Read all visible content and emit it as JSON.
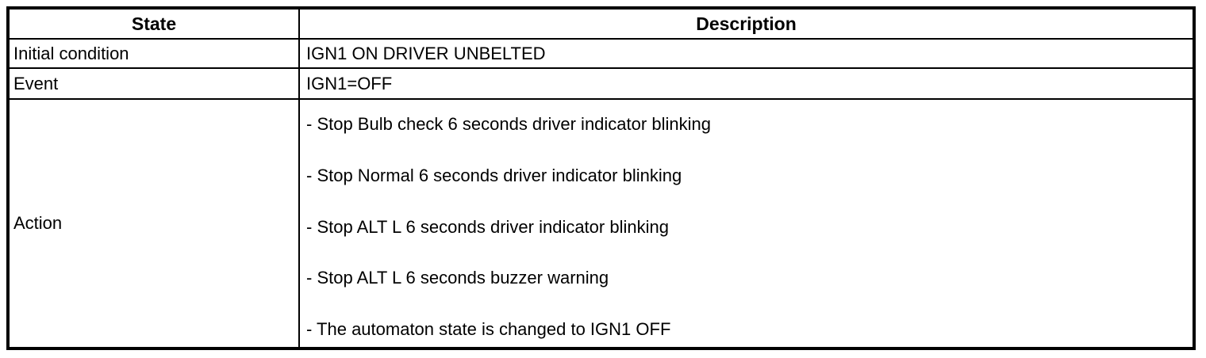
{
  "table": {
    "columns": [
      {
        "label": "State"
      },
      {
        "label": "Description"
      }
    ],
    "rows": [
      {
        "state": "Initial condition",
        "description": "IGN1 ON DRIVER UNBELTED"
      },
      {
        "state": "Event",
        "description": "IGN1=OFF"
      },
      {
        "state": "Action",
        "action_lines": [
          "- Stop Bulb check 6 seconds driver indicator blinking",
          "- Stop Normal 6 seconds driver indicator blinking",
          "- Stop ALT L 6 seconds driver indicator blinking",
          "- Stop ALT L 6 seconds buzzer warning",
          "- The automaton state is changed to IGN1 OFF"
        ]
      }
    ]
  },
  "colors": {
    "border": "#000000",
    "background": "#ffffff",
    "text": "#000000"
  }
}
